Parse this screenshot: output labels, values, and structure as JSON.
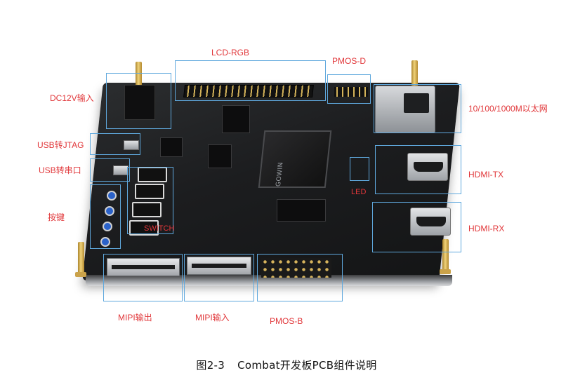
{
  "figure": {
    "caption_number": "图2-3",
    "caption_text": "Combat开发板PCB组件说明"
  },
  "board": {
    "fpga_brand": "GOWIN"
  },
  "labels": {
    "lcd_rgb": "LCD-RGB",
    "pmos_d": "PMOS-D",
    "dc12v": "DC12V输入",
    "ethernet": "10/100/1000M以太网",
    "usb_jtag": "USB转JTAG",
    "usb_uart": "USB转串口",
    "hdmi_tx": "HDMI-TX",
    "led": "LED",
    "keys": "按键",
    "switch": "SWITCH",
    "hdmi_rx": "HDMI-RX",
    "mipi_out": "MIPI输出",
    "mipi_in": "MIPI输入",
    "pmos_b": "PMOS-B"
  },
  "colors": {
    "label": "#e1373a",
    "box": "#5fa8dd",
    "button": "#2b62c9"
  }
}
